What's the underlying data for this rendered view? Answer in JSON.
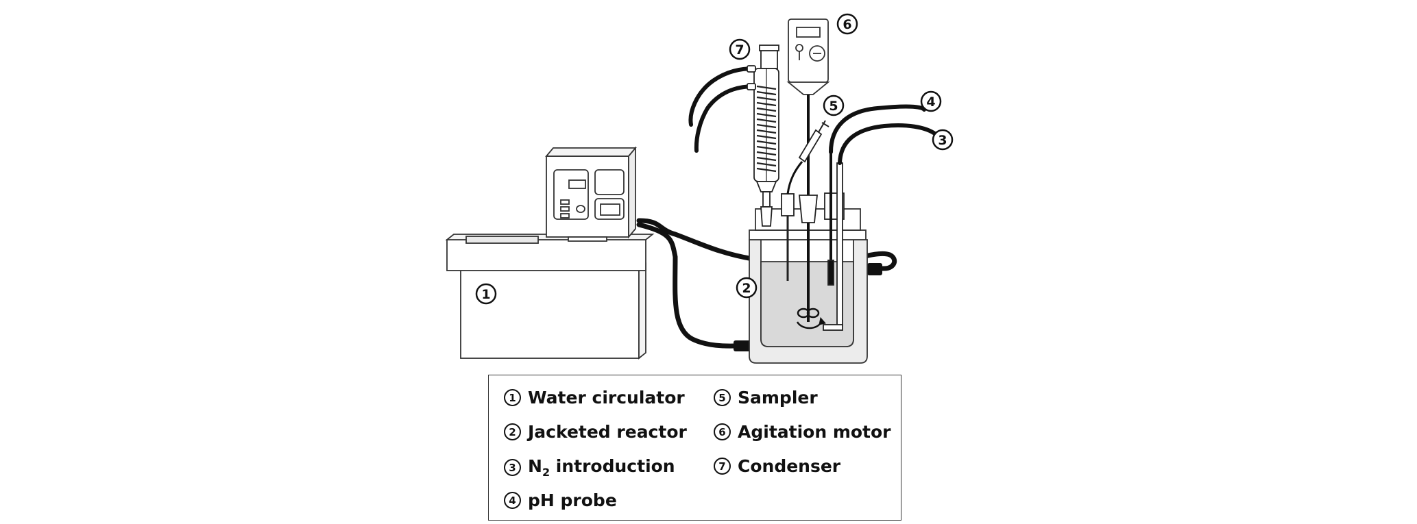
{
  "callouts": {
    "water_circulator": "1",
    "jacketed_reactor": "2",
    "n2_introduction": "3",
    "ph_probe": "4",
    "sampler": "5",
    "agitation_motor": "6",
    "condenser": "7"
  },
  "legend": {
    "items": [
      {
        "num": "1",
        "label_main": "Water circulator",
        "label_sub": "",
        "label_rest": ""
      },
      {
        "num": "2",
        "label_main": "Jacketed reactor",
        "label_sub": "",
        "label_rest": ""
      },
      {
        "num": "3",
        "label_main": "N",
        "label_sub": "2",
        "label_rest": " introduction"
      },
      {
        "num": "4",
        "label_main": "pH probe",
        "label_sub": "",
        "label_rest": ""
      },
      {
        "num": "5",
        "label_main": "Sampler",
        "label_sub": "",
        "label_rest": ""
      },
      {
        "num": "6",
        "label_main": "Agitation motor",
        "label_sub": "",
        "label_rest": ""
      },
      {
        "num": "7",
        "label_main": "Condenser",
        "label_sub": "",
        "label_rest": ""
      }
    ]
  },
  "colors": {
    "line": "#222222",
    "tube": "#111111",
    "liquid": "#d9d9d9",
    "background": "#ffffff"
  }
}
